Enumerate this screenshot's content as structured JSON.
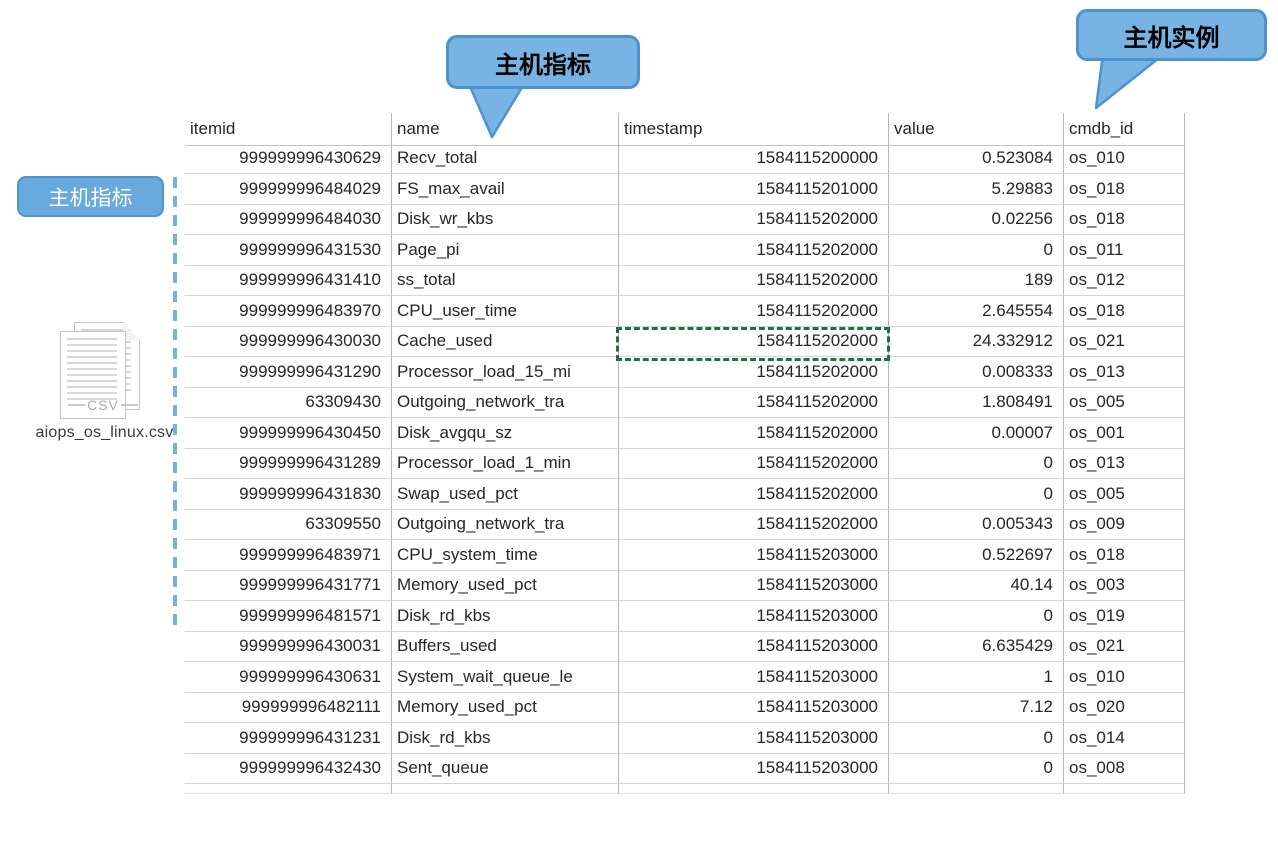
{
  "callouts": {
    "name_column_label": "主机指标",
    "cmdb_column_label": "主机实例",
    "side_label": "主机指标"
  },
  "file": {
    "type_watermark": "CSV",
    "filename": "aiops_os_linux.csv"
  },
  "table": {
    "columns": [
      "itemid",
      "name",
      "timestamp",
      "value",
      "cmdb_id"
    ],
    "rows": [
      [
        "999999996430629",
        "Recv_total",
        "1584115200000",
        "0.523084",
        "os_010"
      ],
      [
        "999999996484029",
        "FS_max_avail",
        "1584115201000",
        "5.29883",
        "os_018"
      ],
      [
        "999999996484030",
        "Disk_wr_kbs",
        "1584115202000",
        "0.02256",
        "os_018"
      ],
      [
        "999999996431530",
        "Page_pi",
        "1584115202000",
        "0",
        "os_011"
      ],
      [
        "999999996431410",
        "ss_total",
        "1584115202000",
        "189",
        "os_012"
      ],
      [
        "999999996483970",
        "CPU_user_time",
        "1584115202000",
        "2.645554",
        "os_018"
      ],
      [
        "999999996430030",
        "Cache_used",
        "1584115202000",
        "24.332912",
        "os_021"
      ],
      [
        "999999996431290",
        "Processor_load_15_mi",
        "1584115202000",
        "0.008333",
        "os_013"
      ],
      [
        "63309430",
        "Outgoing_network_tra",
        "1584115202000",
        "1.808491",
        "os_005"
      ],
      [
        "999999996430450",
        "Disk_avgqu_sz",
        "1584115202000",
        "0.00007",
        "os_001"
      ],
      [
        "999999996431289",
        "Processor_load_1_min",
        "1584115202000",
        "0",
        "os_013"
      ],
      [
        "999999996431830",
        "Swap_used_pct",
        "1584115202000",
        "0",
        "os_005"
      ],
      [
        "63309550",
        "Outgoing_network_tra",
        "1584115202000",
        "0.005343",
        "os_009"
      ],
      [
        "999999996483971",
        "CPU_system_time",
        "1584115203000",
        "0.522697",
        "os_018"
      ],
      [
        "999999996431771",
        "Memory_used_pct",
        "1584115203000",
        "40.14",
        "os_003"
      ],
      [
        "999999996481571",
        "Disk_rd_kbs",
        "1584115203000",
        "0",
        "os_019"
      ],
      [
        "999999996430031",
        "Buffers_used",
        "1584115203000",
        "6.635429",
        "os_021"
      ],
      [
        "999999996430631",
        "System_wait_queue_le",
        "1584115203000",
        "1",
        "os_010"
      ],
      [
        "999999996482111",
        "Memory_used_pct",
        "1584115203000",
        "7.12",
        "os_020"
      ],
      [
        "999999996431231",
        "Disk_rd_kbs",
        "1584115203000",
        "0",
        "os_014"
      ],
      [
        "999999996432430",
        "Sent_queue",
        "1584115203000",
        "0",
        "os_008"
      ]
    ],
    "selection": {
      "row_index": 7,
      "column": "timestamp",
      "value": "1584115202000"
    }
  },
  "colors": {
    "bubble_fill": "#77b4e4",
    "bubble_border": "#4d92cf",
    "side_label_fill": "#68aade",
    "selection_green": "#1e7145",
    "grid_vertical": "#b6b6b6",
    "grid_horizontal": "#d6d6d6"
  }
}
